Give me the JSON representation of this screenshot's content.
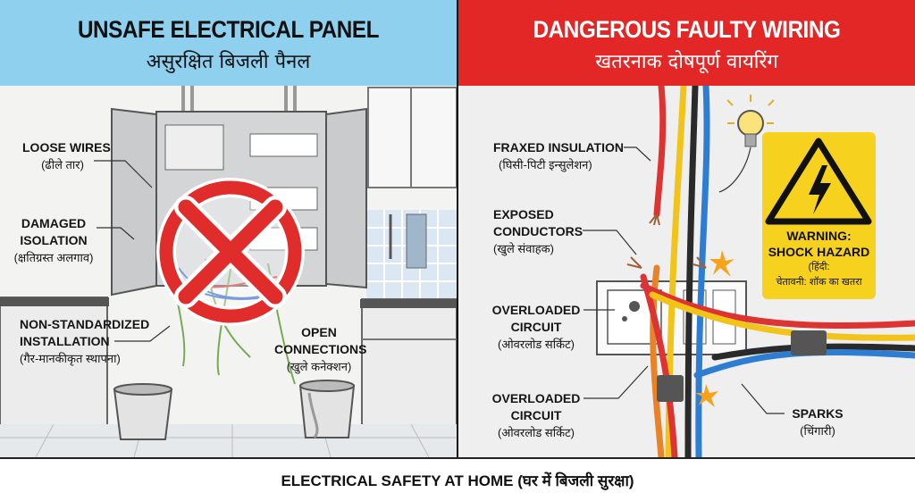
{
  "left_panel": {
    "title": "UNSAFE ELECTRICAL PANEL",
    "title_hindi": "असुरक्षित बिजली पैनल",
    "header_color": "#8fd0ef",
    "labels": [
      {
        "en": [
          "LOOSE WIRES"
        ],
        "hi": "(ढीले तार)"
      },
      {
        "en": [
          "DAMAGED",
          "ISOLATION"
        ],
        "hi": "(क्षतिग्रस्त अलगाव)"
      },
      {
        "en": [
          "NON-STANDARDIZED",
          "INSTALLATION"
        ],
        "hi": "(गैर-मानकीकृत स्थापना)"
      },
      {
        "en": [
          "OPEN",
          "CONNECTIONS"
        ],
        "hi": "(खुले कनेक्शन)"
      }
    ],
    "icons": [
      "prohibition-sign-icon",
      "electrical-panel",
      "bucket",
      "kitchen-cabinets"
    ]
  },
  "right_panel": {
    "title": "DANGEROUS FAULTY WIRING",
    "title_hindi": "खतरनाक दोषपूर्ण वायरिंग",
    "header_color": "#e32726",
    "labels": [
      {
        "en": [
          "FRAXED INSULATION"
        ],
        "hi": "(घिसी-पिटी इन्सुलेशन)"
      },
      {
        "en": [
          "EXPOSED",
          "CONDUCTORS"
        ],
        "hi": "(खुले संवाहक)"
      },
      {
        "en": [
          "OVERLOADED",
          "CIRCUIT"
        ],
        "hi": "(ओवरलोड सर्किट)"
      },
      {
        "en": [
          "OVERLOADED",
          "CIRCUIT"
        ],
        "hi": "(ओवरलोड सर्किट)"
      },
      {
        "en": [
          "SPARKS"
        ],
        "hi": "(चिंगारी)"
      }
    ],
    "warning_sign": {
      "line1": "WARNING:",
      "line2": "SHOCK HAZARD",
      "line3": "(हिंदी:",
      "line4": "चेतावनी: शॉक का खतरा",
      "color": "#f6d21e"
    },
    "icons": [
      "high-voltage-warning-icon",
      "light-bulb-icon",
      "wall-outlet",
      "wires"
    ]
  },
  "footer": {
    "text": "ELECTRICAL SAFETY AT HOME (घर में बिजली सुरक्षा)"
  }
}
